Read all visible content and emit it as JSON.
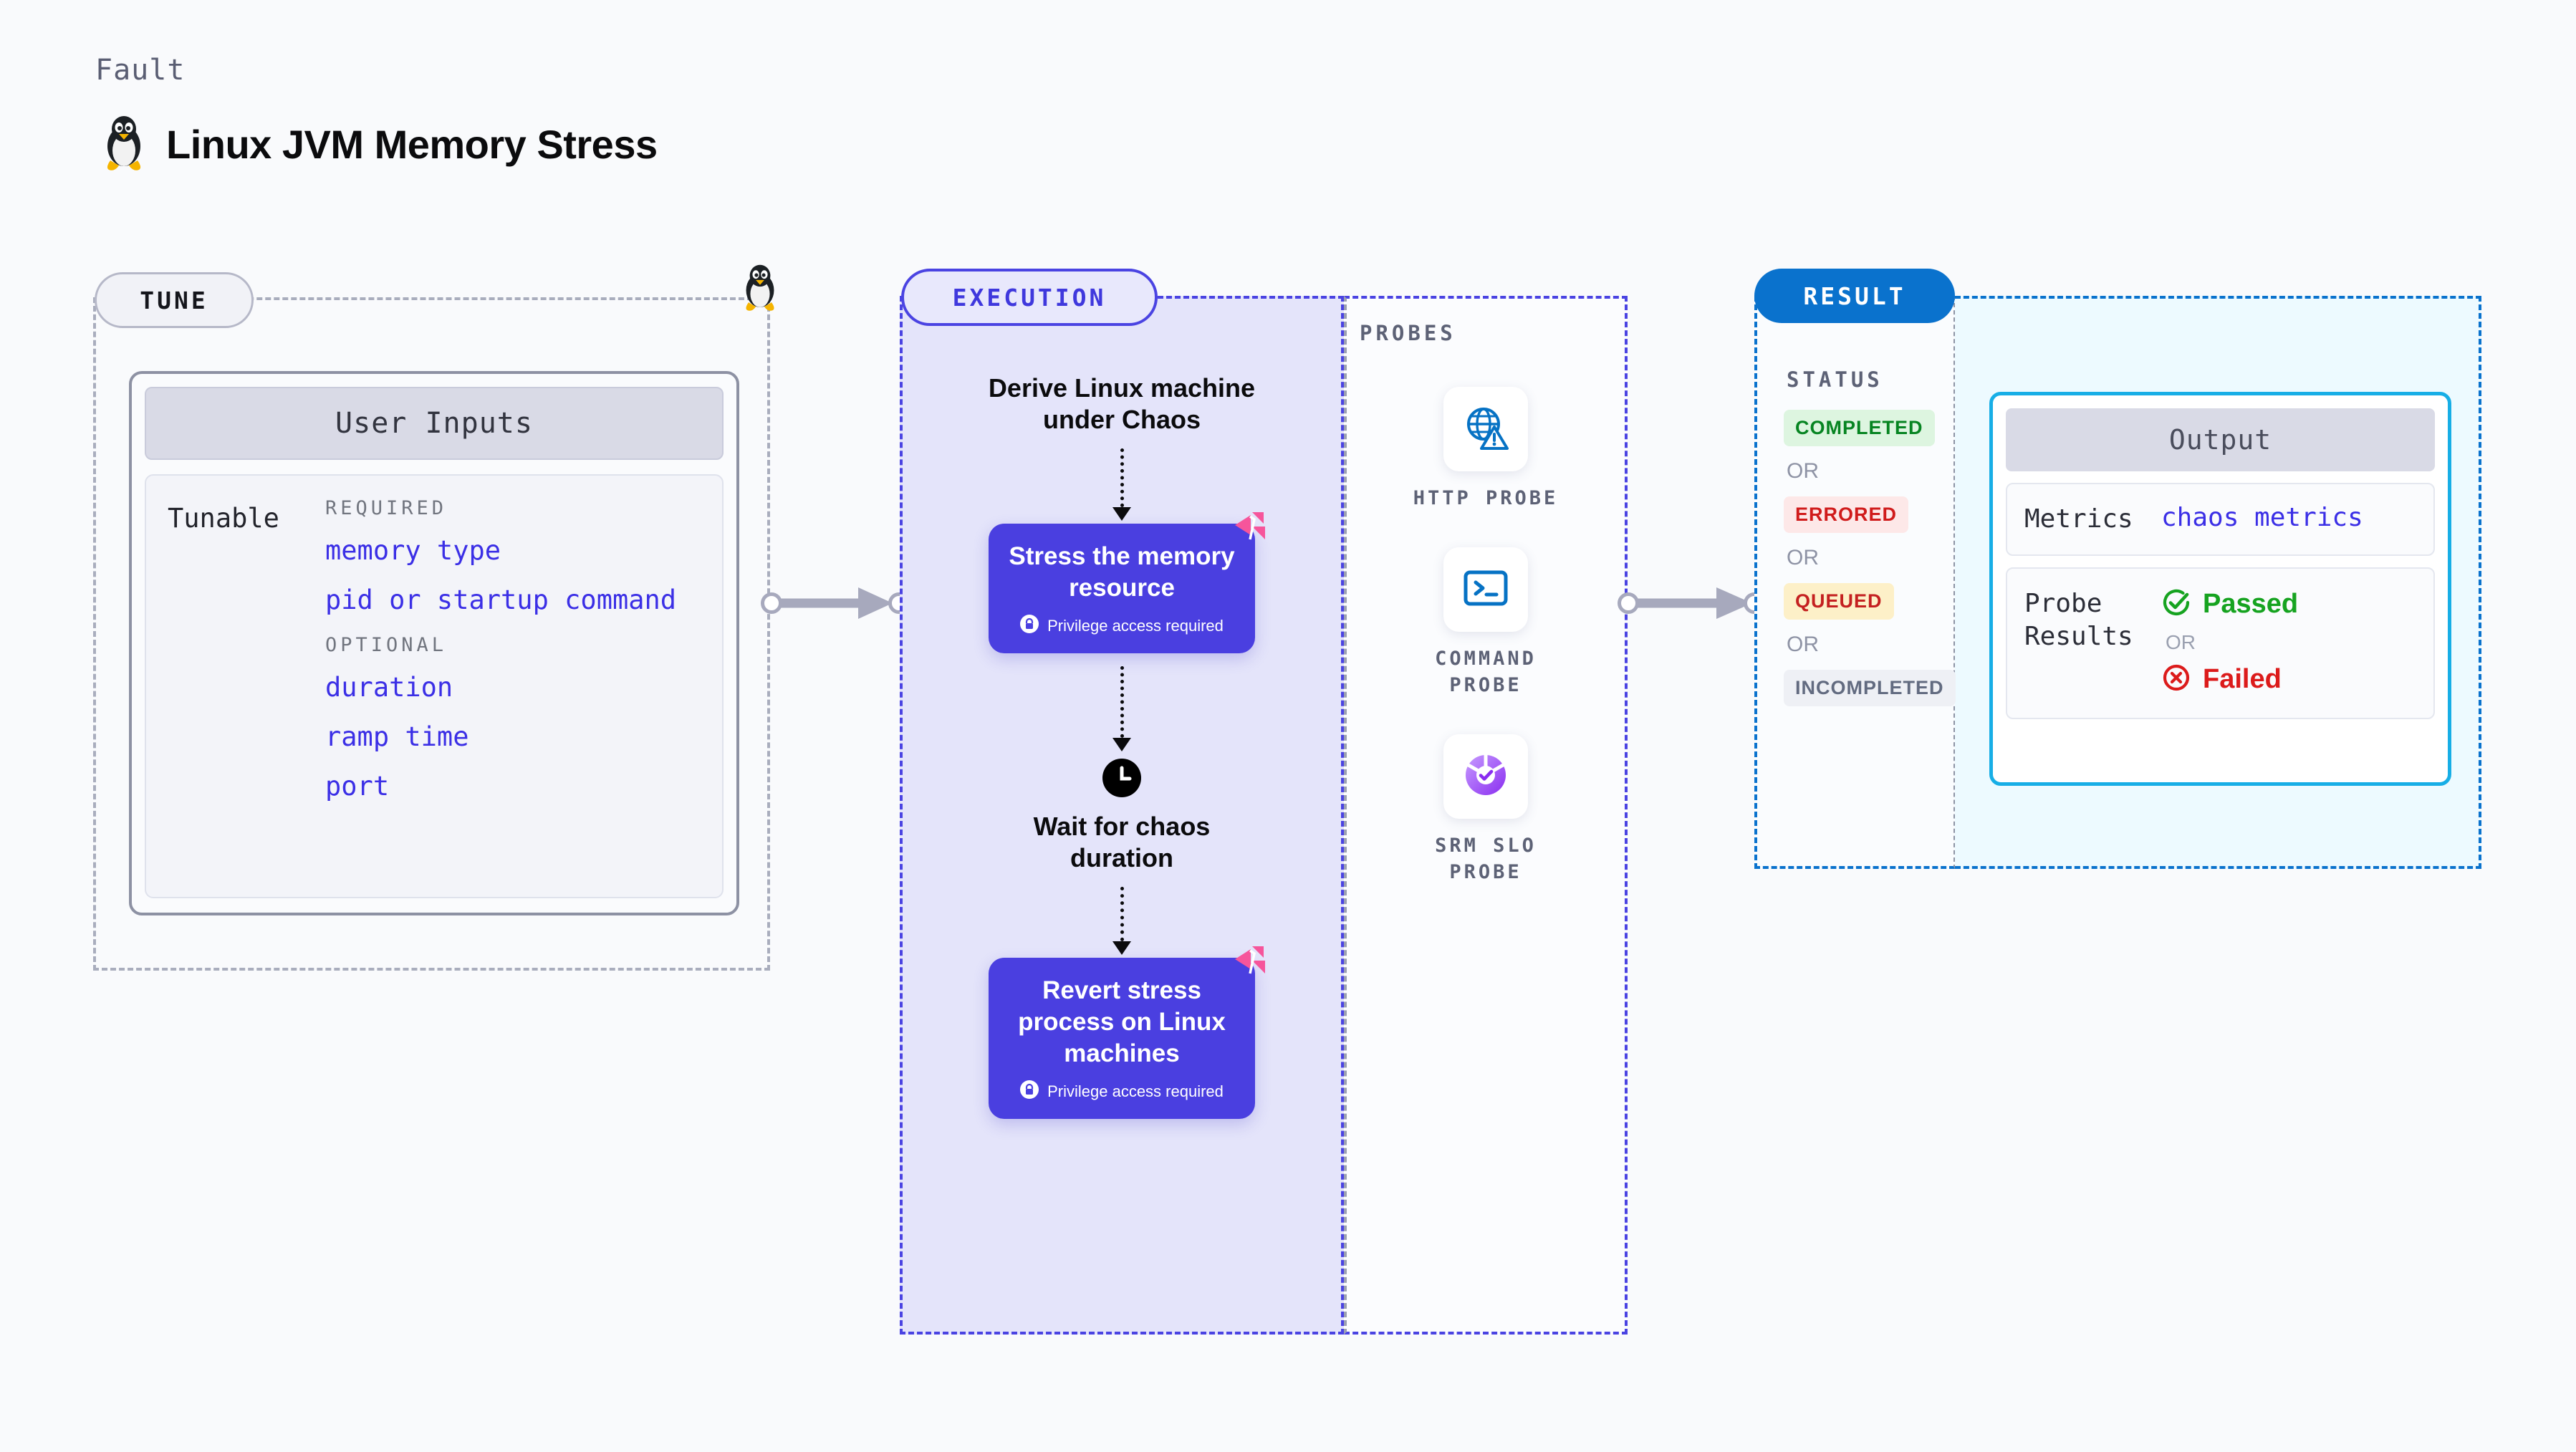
{
  "header": {
    "eyebrow": "Fault",
    "title": "Linux JVM Memory Stress",
    "icon": "linux-penguin-icon"
  },
  "tune": {
    "pill_label": "TUNE",
    "card_title": "User Inputs",
    "tunable_label": "Tunable",
    "groups": [
      {
        "heading": "REQUIRED",
        "items": [
          "memory type",
          "pid or startup command"
        ]
      },
      {
        "heading": "OPTIONAL",
        "items": [
          "duration",
          "ramp time",
          "port"
        ]
      }
    ]
  },
  "execution": {
    "pill_label": "EXECUTION",
    "step1_title": "Derive Linux machine under Chaos",
    "step2_title": "Stress the memory resource",
    "step2_note": "Privilege access required",
    "wait_title": "Wait for chaos duration",
    "step3_title": "Revert stress process on Linux machines",
    "step3_note": "Privilege access required"
  },
  "probes": {
    "heading": "PROBES",
    "items": [
      {
        "caption": "HTTP  PROBE",
        "icon": "globe-warning-icon"
      },
      {
        "caption": "COMMAND\nPROBE",
        "icon": "terminal-icon"
      },
      {
        "caption": "SRM  SLO\nPROBE",
        "icon": "slo-donut-check-icon"
      }
    ]
  },
  "result": {
    "pill_label": "RESULT",
    "status_heading": "STATUS",
    "or_label": "OR",
    "statuses": [
      {
        "label": "COMPLETED",
        "style": "s-completed"
      },
      {
        "label": "ERRORED",
        "style": "s-errored"
      },
      {
        "label": "QUEUED",
        "style": "s-queued"
      },
      {
        "label": "INCOMPLETED",
        "style": "s-incomplete"
      }
    ],
    "output": {
      "title": "Output",
      "metrics_label": "Metrics",
      "metrics_value": "chaos metrics",
      "probe_results_label": "Probe\nResults",
      "passed_label": "Passed",
      "failed_label": "Failed",
      "or_label": "OR"
    }
  },
  "colors": {
    "page_bg": "#f9fafc",
    "execution_fill": "#e4e4fa",
    "execution_border": "#4a43e2",
    "execution_block": "#4a3fe0",
    "result_border": "#0a72cd",
    "output_fill": "#edfaff",
    "output_card_border": "#17aee6",
    "tune_border": "#a9adbd",
    "tunable_value": "#3b2fe6",
    "passed": "#16a320",
    "failed": "#dc1b1b",
    "harness_badge": "#f6559b",
    "connector": "#a7a9bd"
  }
}
